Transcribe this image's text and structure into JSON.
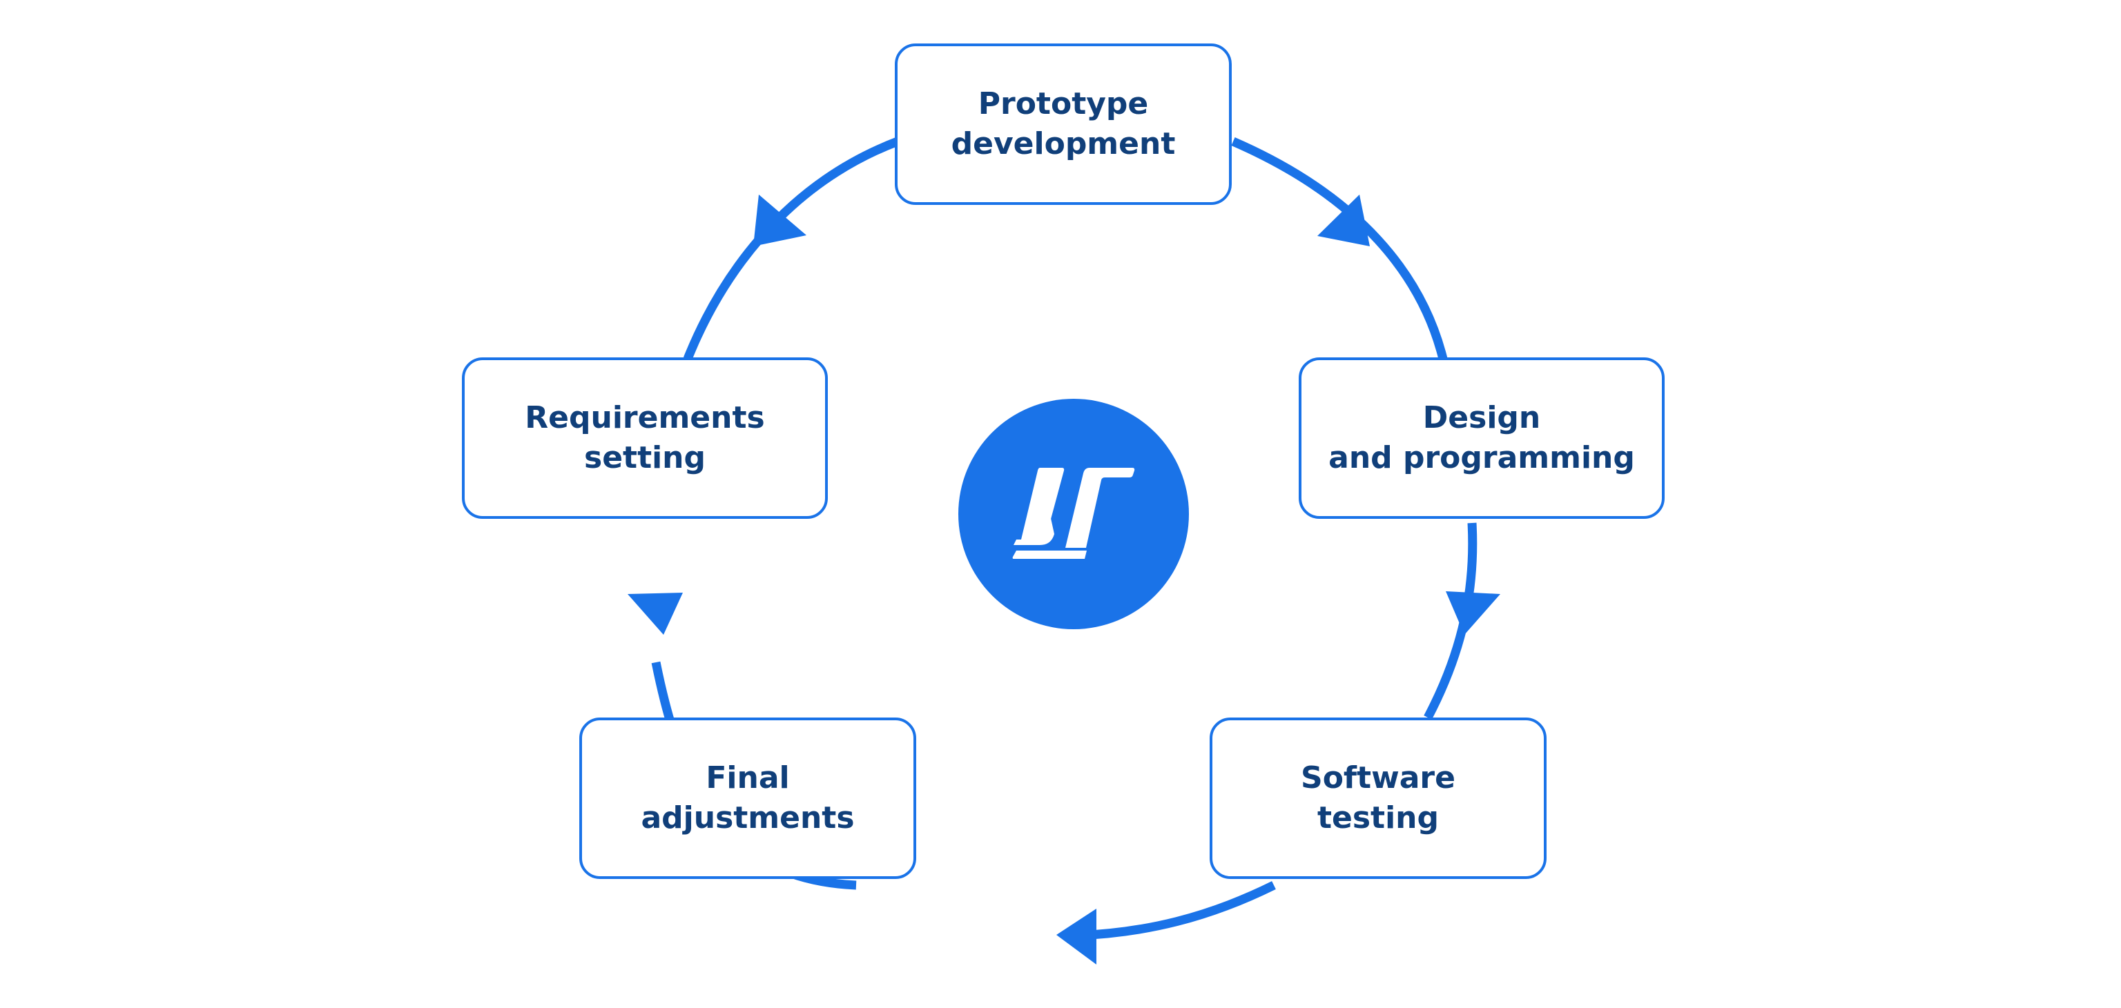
{
  "diagram": {
    "type": "cycle",
    "accent_color": "#1a73e8",
    "text_color": "#103f7a",
    "direction": "clockwise",
    "center_logo": {
      "icon": "brand-logo-icon"
    },
    "steps": [
      {
        "label": "Prototype\ndevelopment"
      },
      {
        "label": "Design\nand programming"
      },
      {
        "label": "Software\ntesting"
      },
      {
        "label": "Final\nadjustments"
      },
      {
        "label": "Requirements\nsetting"
      }
    ]
  }
}
